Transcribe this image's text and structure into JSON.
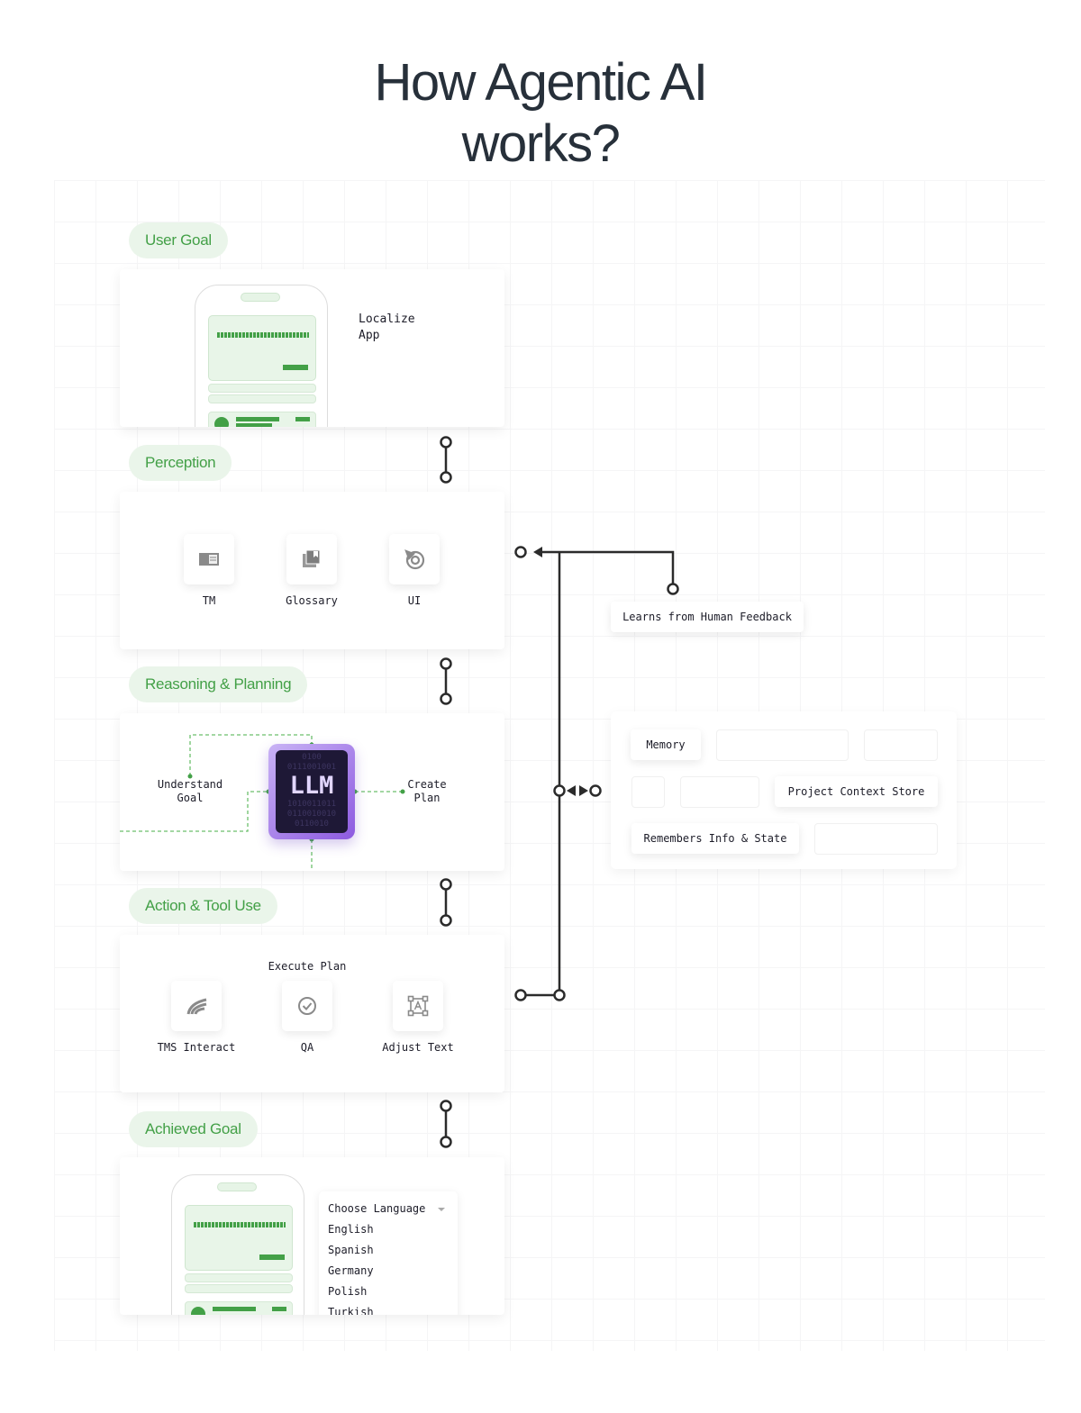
{
  "title": {
    "line1": "How Agentic AI",
    "line2": "works?"
  },
  "colors": {
    "accent_green": "#43a047",
    "pill_bg": "#eaf5ea",
    "llm_purple": "#9b6ce0",
    "llm_dark": "#1e1836",
    "connector": "#2b2b2b"
  },
  "stages": [
    {
      "label": "User Goal",
      "text_line1": "Localize",
      "text_line2": "App"
    },
    {
      "label": "Perception",
      "items": [
        {
          "icon": "book-icon",
          "label": "TM"
        },
        {
          "icon": "bookmark-stack-icon",
          "label": "Glossary"
        },
        {
          "icon": "target-cursor-icon",
          "label": "UI"
        }
      ]
    },
    {
      "label": "Reasoning & Planning",
      "left_line1": "Understand",
      "left_line2": "Goal",
      "chip": "LLM",
      "right_line1": "Create",
      "right_line2": "Plan",
      "binary": [
        "0100",
        "0111001001",
        "1010011011",
        "0110010010",
        "0110010"
      ]
    },
    {
      "label": "Action & Tool Use",
      "heading": "Execute Plan",
      "items": [
        {
          "icon": "wings-icon",
          "label": "TMS Interact"
        },
        {
          "icon": "check-circle-icon",
          "label": "QA"
        },
        {
          "icon": "text-box-icon",
          "label": "Adjust Text"
        }
      ]
    },
    {
      "label": "Achieved Goal",
      "dropdown": {
        "label": "Choose Language",
        "options": [
          "English",
          "Spanish",
          "Germany",
          "Polish",
          "Turkish"
        ]
      }
    }
  ],
  "feedback": {
    "label": "Learns from Human Feedback"
  },
  "memory": {
    "items": [
      "Memory",
      "Project Context Store",
      "Remembers Info & State"
    ]
  }
}
